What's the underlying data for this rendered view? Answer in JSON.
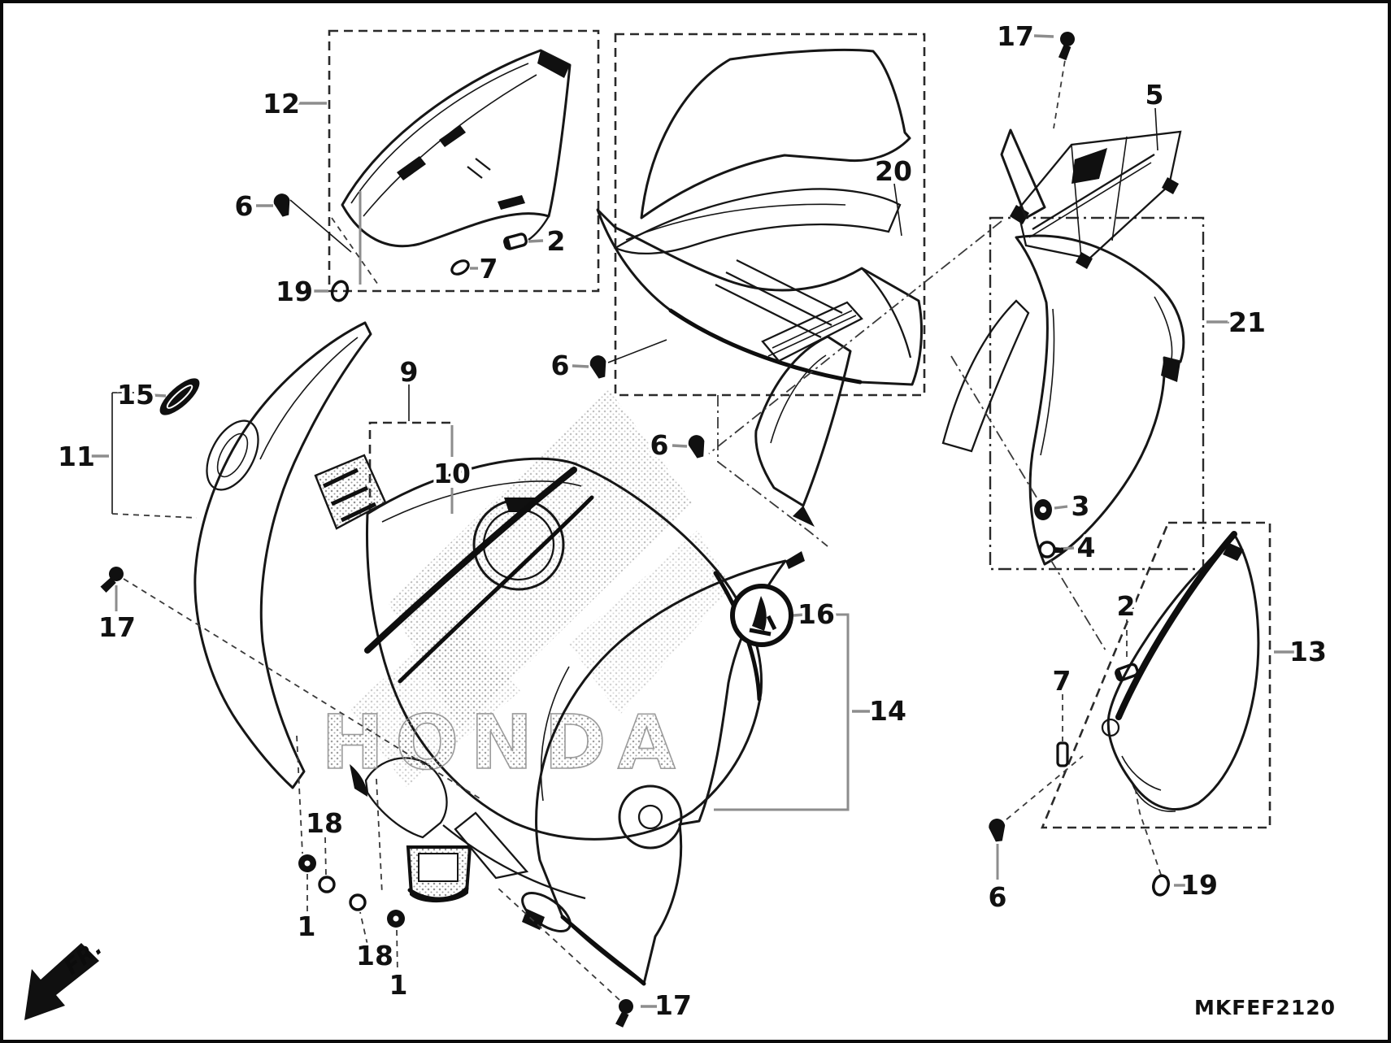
{
  "diagram": {
    "title_code": "MKFEF2120",
    "fr_indicator": "FR.",
    "watermark": "HONDA",
    "colors": {
      "background": "#ffffff",
      "line": "#161616",
      "leader_gray": "#8d8d8d"
    },
    "callouts": {
      "c12": "12",
      "c6a": "6",
      "c19a": "19",
      "c2a": "2",
      "c7a": "7",
      "c20": "20",
      "c17a": "17",
      "c5": "5",
      "c21": "21",
      "c15": "15",
      "c11": "11",
      "c9": "9",
      "c10": "10",
      "c6b": "6",
      "c6c": "6",
      "c3": "3",
      "c4": "4",
      "c16": "16",
      "c14": "14",
      "c2b": "2",
      "c7b": "7",
      "c13": "13",
      "c17b": "17",
      "c18a": "18",
      "c1a": "1",
      "c18b": "18",
      "c1b": "1",
      "c17c": "17",
      "c6d": "6",
      "c19b": "19"
    }
  }
}
